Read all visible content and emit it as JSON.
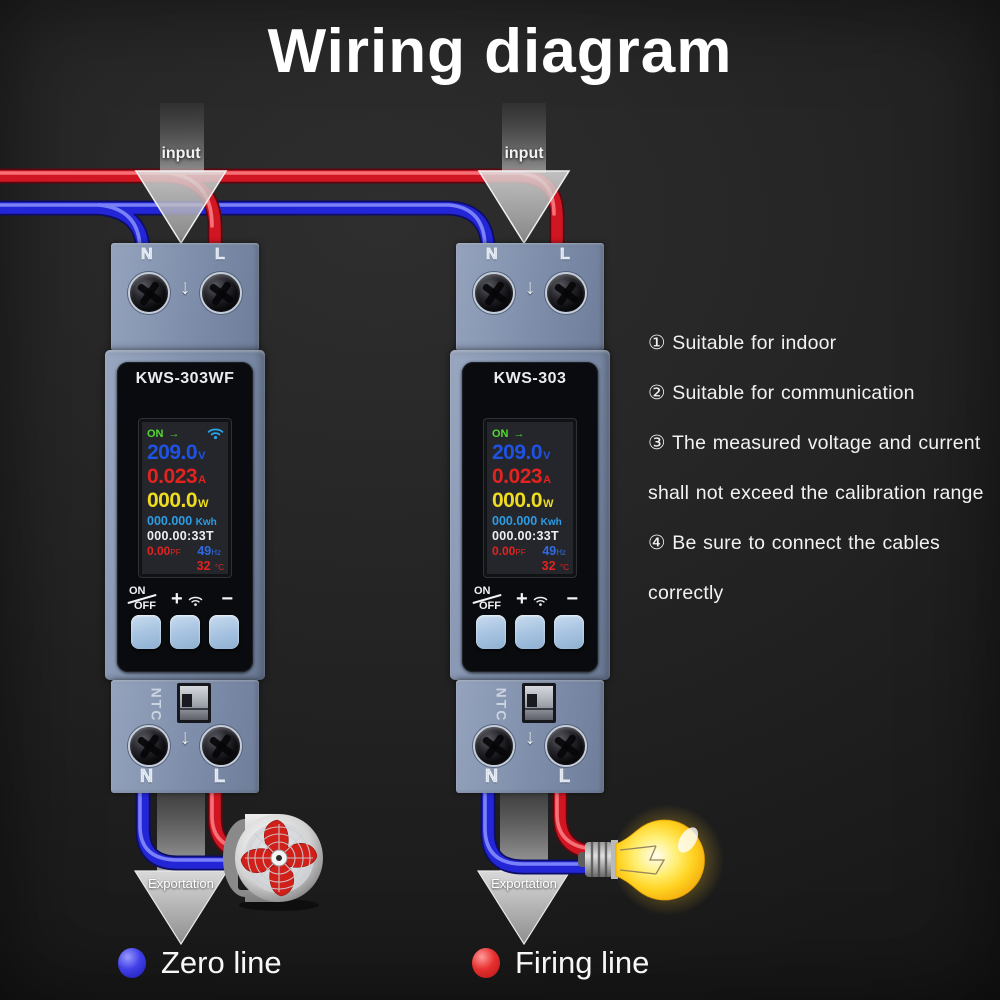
{
  "title": "Wiring diagram",
  "arrows": {
    "input": "input",
    "export": "Exportation"
  },
  "notes": [
    "① Suitable for indoor",
    "② Suitable for communication",
    "③ The measured voltage and current",
    "shall not exceed the calibration range",
    "④ Be sure to connect the cables",
    "correctly"
  ],
  "legend": {
    "zero_label": "Zero line",
    "firing_label": "Firing line",
    "zero_color": "#2a2ae0",
    "firing_color": "#e02525"
  },
  "glyphs": {
    "down_arrow": "↓"
  },
  "colors": {
    "red_wire": "#d01622",
    "blue_wire": "#2326d6",
    "device_body": "#8393af",
    "button_blue": "#a8c4e1",
    "voltage_blue": "#1e52e2",
    "current_red": "#e2231e",
    "power_yellow": "#efdc1e",
    "energy_cyan": "#2e9ce2",
    "status_green": "#52da2e"
  },
  "devices": [
    {
      "model": "KWS-303WF",
      "top_n": "N",
      "top_l": "L",
      "bottom_n": "N",
      "bottom_l": "L",
      "ntc": "NTC",
      "screen": {
        "status": "ON",
        "status_arrow": "→",
        "voltage": "209.0",
        "voltage_unit": "V",
        "current": "0.023",
        "current_unit": "A",
        "power": "000.0",
        "power_unit": "W",
        "energy": "000.000",
        "energy_unit": "Kwh",
        "counter": "000.00:33T",
        "pf": "0.00",
        "pf_unit": "PF",
        "freq": "49",
        "freq_unit": "Hz",
        "temp": "32",
        "temp_unit": "°C"
      },
      "controls": {
        "on": "ON",
        "off": "OFF",
        "plus": "+",
        "minus": "−"
      }
    },
    {
      "model": "KWS-303",
      "top_n": "N",
      "top_l": "L",
      "bottom_n": "N",
      "bottom_l": "L",
      "ntc": "NTC",
      "screen": {
        "status": "ON",
        "status_arrow": "→",
        "voltage": "209.0",
        "voltage_unit": "V",
        "current": "0.023",
        "current_unit": "A",
        "power": "000.0",
        "power_unit": "W",
        "energy": "000.000",
        "energy_unit": "Kwh",
        "counter": "000.00:33T",
        "pf": "0.00",
        "pf_unit": "PF",
        "freq": "49",
        "freq_unit": "Hz",
        "temp": "32",
        "temp_unit": "°C"
      },
      "controls": {
        "on": "ON",
        "off": "OFF",
        "plus": "+",
        "minus": "−"
      }
    }
  ]
}
